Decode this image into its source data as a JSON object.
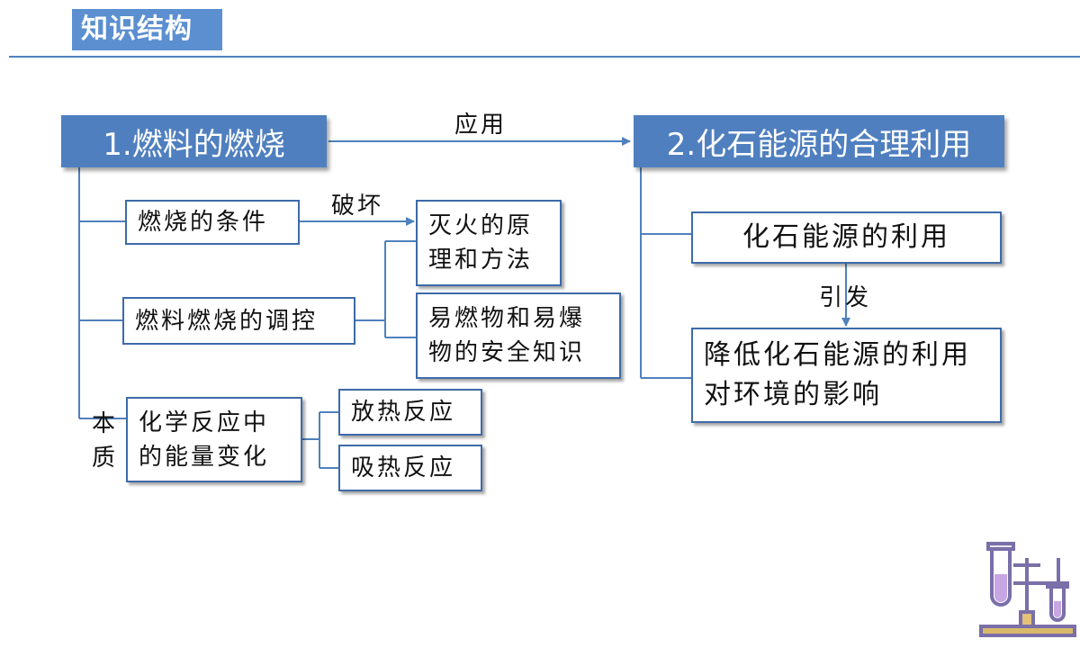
{
  "header": {
    "title": "知识结构"
  },
  "diagram": {
    "node1": "1.燃料的燃烧",
    "node2": "2.化石能源的合理利用",
    "edge_apply": "应用",
    "burn_condition": "燃烧的条件",
    "edge_destroy": "破坏",
    "extinguish": "灭火的原理和方法",
    "regulate": "燃料燃烧的调控",
    "safety": "易燃物和易爆物的安全知识",
    "essence_label": "本质",
    "energy_change": "化学反应中的能量变化",
    "exothermic": "放热反应",
    "endothermic": "吸热反应",
    "fossil_use": "化石能源的利用",
    "edge_cause": "引发",
    "reduce_impact": "降低化石能源的利用对环境的影响"
  },
  "colors": {
    "accent": "#4f7fbf",
    "border": "#3e6aa8",
    "line": "#4f81bd"
  },
  "decoration": {
    "icon": "test-tube-rack-icon"
  }
}
